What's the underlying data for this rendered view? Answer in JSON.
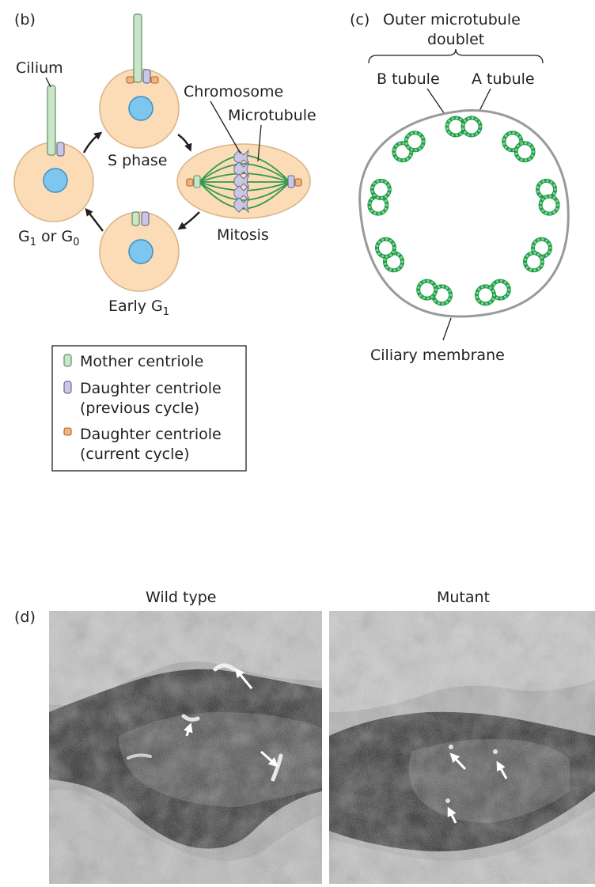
{
  "panel_b": {
    "label": "(b)",
    "cilium": "Cilium",
    "s_phase": "S phase",
    "chromosome": "Chromosome",
    "microtubule": "Microtubule",
    "g1_g0_prefix": "G",
    "g1_g0_sub1": "1",
    "g1_g0_mid": " or G",
    "g1_g0_sub2": "0",
    "mitosis": "Mitosis",
    "early_g1_prefix": "Early G",
    "early_g1_sub": "1"
  },
  "legend": {
    "mother": "Mother centriole",
    "daughter_prev_l1": "Daughter centriole",
    "daughter_prev_l2": "(previous cycle)",
    "daughter_curr_l1": "Daughter centriole",
    "daughter_curr_l2": "(current cycle)"
  },
  "panel_c": {
    "label": "(c)",
    "outer_l1": "Outer microtubule",
    "outer_l2": "doublet",
    "b_tubule": "B tubule",
    "a_tubule": "A tubule",
    "membrane": "Ciliary membrane"
  },
  "panel_d": {
    "label": "(d)",
    "wild_type": "Wild type",
    "mutant": "Mutant"
  },
  "colors": {
    "mother_centriole": "#c9e6c9",
    "daughter_prev": "#c9c7e3",
    "daughter_curr": "#f2b47a",
    "cell": "#fbdcb6",
    "nucleus": "#7fc6ee",
    "doublet": "#1f9a4a"
  }
}
